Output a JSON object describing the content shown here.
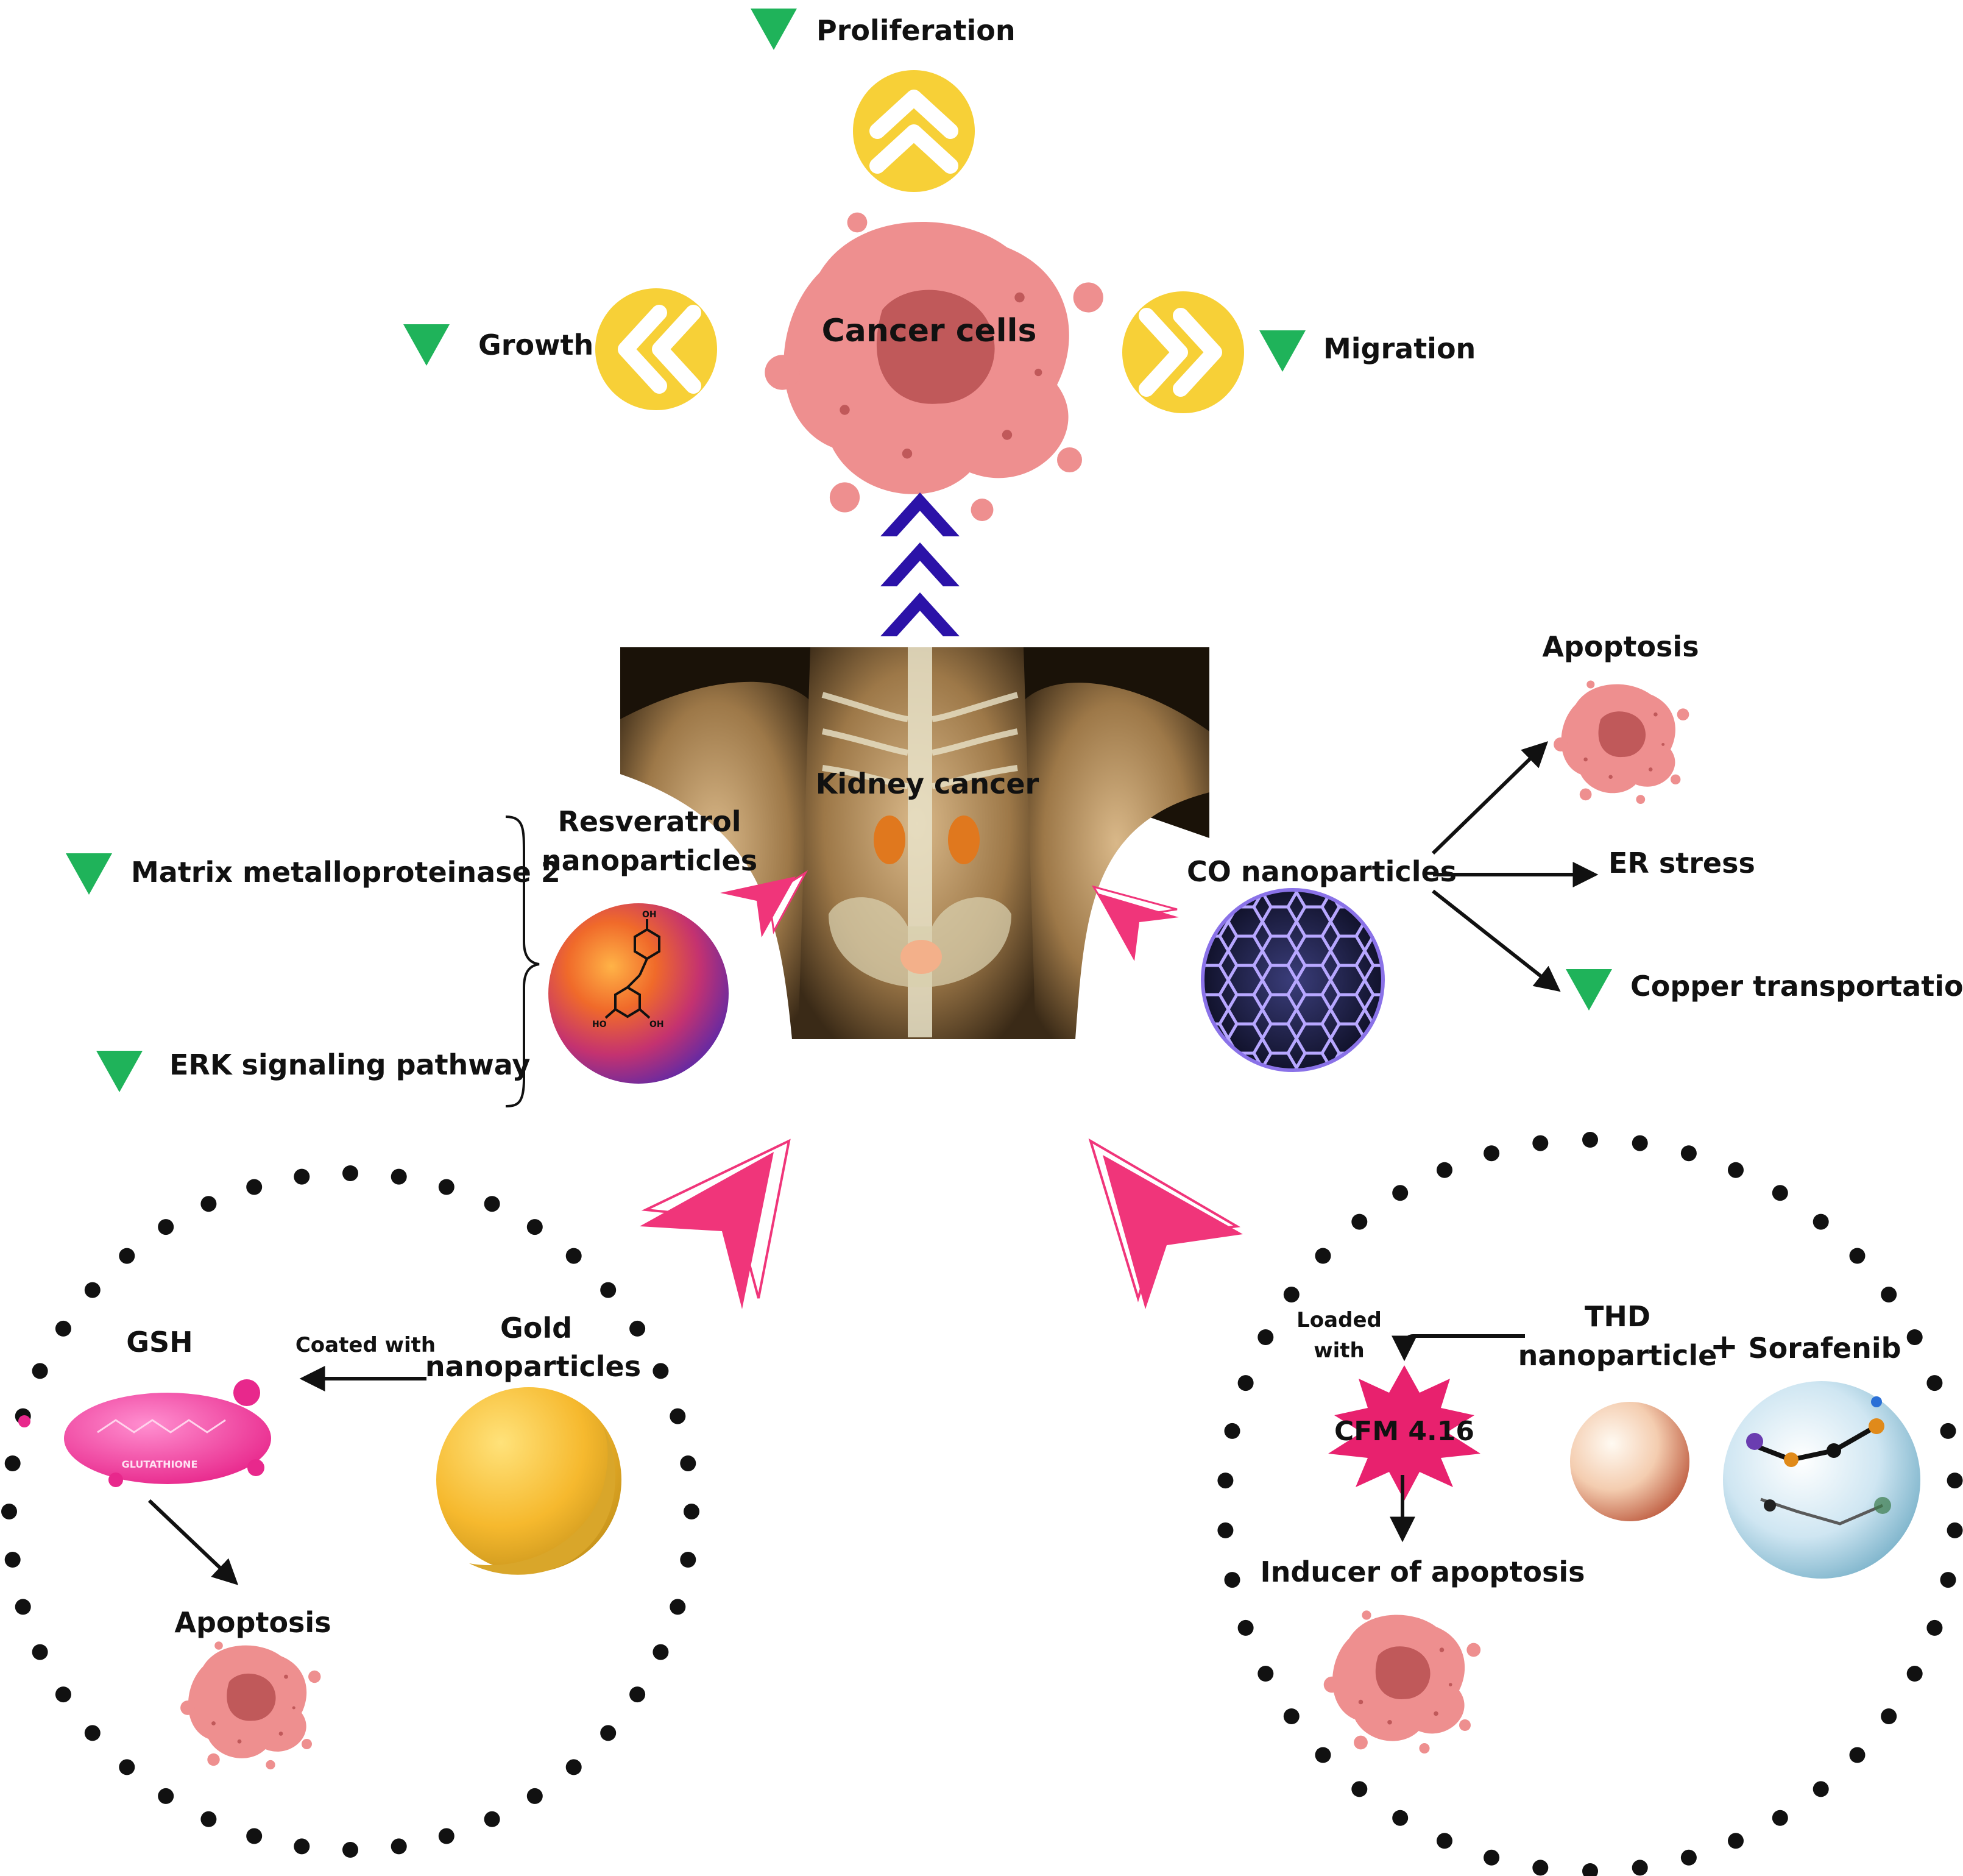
{
  "top": {
    "cancer_cells": "Cancer cells",
    "proliferation": "Proliferation",
    "growth": "Growth",
    "migration": "Migration"
  },
  "center": {
    "kidney_cancer": "Kidney cancer"
  },
  "resveratrol": {
    "title_line1": "Resveratrol",
    "title_line2": "nanoparticles",
    "mmp2": "Matrix metalloproteinase 2",
    "erk": "ERK signaling pathway",
    "mol_oh_top": "OH",
    "mol_ho_left": "HO",
    "mol_oh_right": "OH"
  },
  "co": {
    "title": "CO nanoparticles",
    "apoptosis": "Apoptosis",
    "er_stress": "ER stress",
    "copper": "Copper transportation"
  },
  "gold": {
    "title_line1": "Gold",
    "title_line2": "nanoparticles",
    "coated_with": "Coated with",
    "gsh": "GSH",
    "glutathione": "GLUTATHIONE",
    "apoptosis": "Apoptosis"
  },
  "thd": {
    "title_line1": "THD",
    "title_line2": "nanoparticle",
    "plus": "+",
    "sorafenib": "Sorafenib",
    "loaded_line1": "Loaded",
    "loaded_line2": "with",
    "cfm": "CFM 4.16",
    "inducer": "Inducer of apoptosis"
  },
  "colors": {
    "down_triangle": "#1fb35a",
    "yellow_circle": "#f7d037",
    "pink_arrow": "#f0357a",
    "indigo_chevron": "#2b12a8",
    "cancer_pink": "#ee8f8f",
    "cancer_core": "#c0595a"
  }
}
